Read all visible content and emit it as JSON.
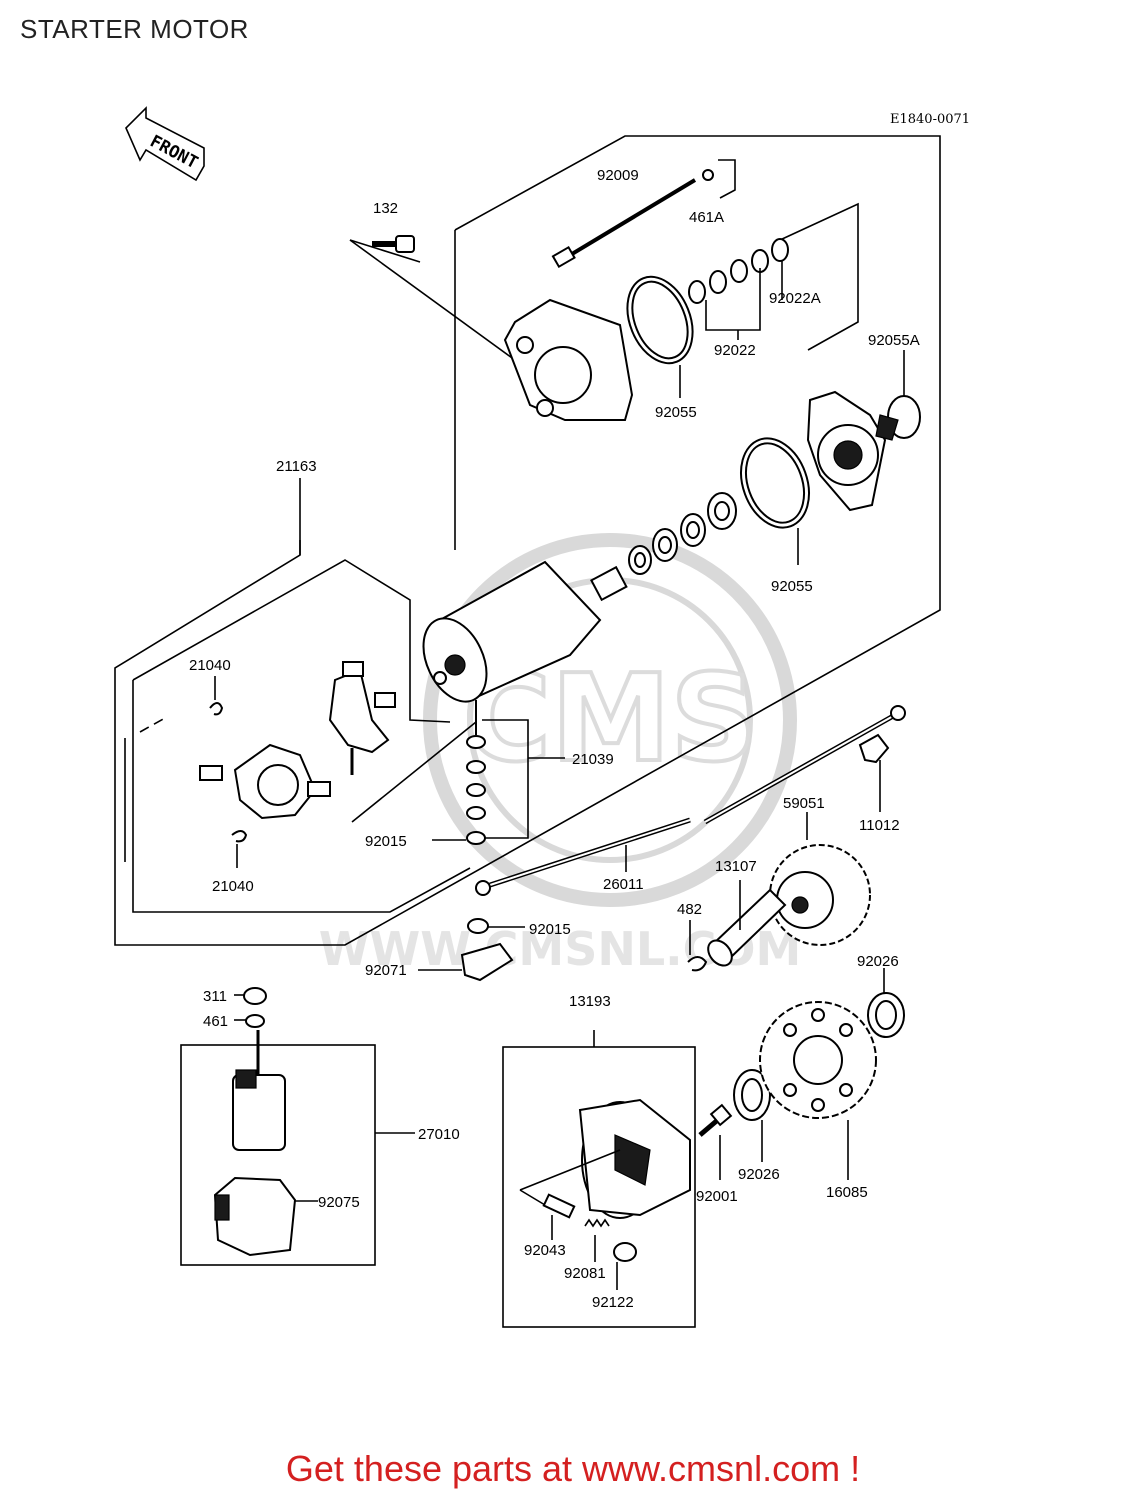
{
  "page": {
    "title": "STARTER MOTOR",
    "footer": "Get these parts at www.cmsnl.com !",
    "diagram_code": "E1840-0071",
    "front_label": "FRONT"
  },
  "watermark": {
    "text": "WWW.CMSNL.COM",
    "logo": "CMS"
  },
  "parts": [
    {
      "id": "p92009",
      "number": "92009"
    },
    {
      "id": "p461A",
      "number": "461A"
    },
    {
      "id": "p132",
      "number": "132"
    },
    {
      "id": "p92022A",
      "number": "92022A"
    },
    {
      "id": "p92022",
      "number": "92022"
    },
    {
      "id": "p92055A",
      "number": "92055A"
    },
    {
      "id": "p92055a",
      "number": "92055"
    },
    {
      "id": "p21163",
      "number": "21163"
    },
    {
      "id": "p92055b",
      "number": "92055"
    },
    {
      "id": "p21040a",
      "number": "21040"
    },
    {
      "id": "p21039",
      "number": "21039"
    },
    {
      "id": "p59051",
      "number": "59051"
    },
    {
      "id": "p11012",
      "number": "11012"
    },
    {
      "id": "p92015a",
      "number": "92015"
    },
    {
      "id": "p21040b",
      "number": "21040"
    },
    {
      "id": "p26011",
      "number": "26011"
    },
    {
      "id": "p13107",
      "number": "13107"
    },
    {
      "id": "p482",
      "number": "482"
    },
    {
      "id": "p92015b",
      "number": "92015"
    },
    {
      "id": "p92071",
      "number": "92071"
    },
    {
      "id": "p92026a",
      "number": "92026"
    },
    {
      "id": "p311",
      "number": "311"
    },
    {
      "id": "p13193",
      "number": "13193"
    },
    {
      "id": "p461",
      "number": "461"
    },
    {
      "id": "p27010",
      "number": "27010"
    },
    {
      "id": "p92026b",
      "number": "92026"
    },
    {
      "id": "p92001",
      "number": "92001"
    },
    {
      "id": "p16085",
      "number": "16085"
    },
    {
      "id": "p92075",
      "number": "92075"
    },
    {
      "id": "p92043",
      "number": "92043"
    },
    {
      "id": "p92081",
      "number": "92081"
    },
    {
      "id": "p92122",
      "number": "92122"
    }
  ]
}
